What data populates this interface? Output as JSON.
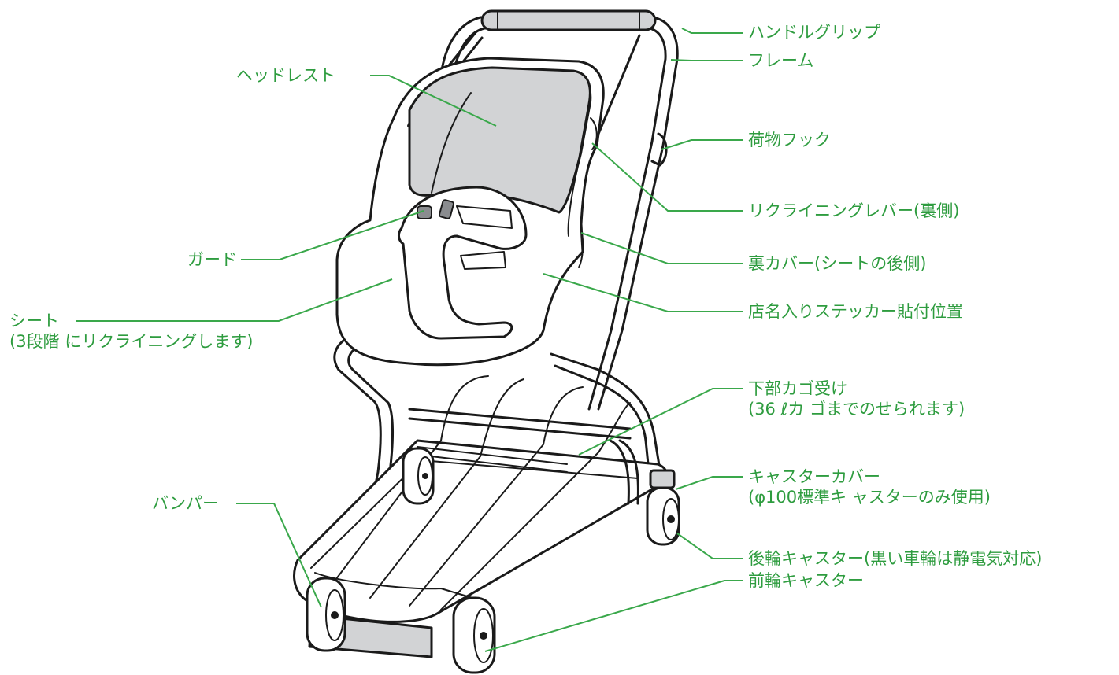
{
  "labels": {
    "handle_grip": "ハンドルグリップ",
    "frame": "フレーム",
    "headrest": "ヘッドレスト",
    "luggage_hook": "荷物フック",
    "recline_lever": "リクライニングレバー(裏側)",
    "guard": "ガード",
    "back_cover": "裏カバー(シートの後側)",
    "seat_line1": "シート",
    "seat_line2": "(3段階 にリクライニングします)",
    "sticker_position": "店名入りステッカー貼付位置",
    "lower_basket_line1": "下部カゴ受け",
    "lower_basket_line2": "(36 ℓカ ゴまでのせられます)",
    "caster_cover_line1": "キャスターカバー",
    "caster_cover_line2": "(φ100標準キ ャスターのみ使用)",
    "bumper": "バンパー",
    "rear_caster": "後輪キャスター(黒い車輪は静電気対応)",
    "front_caster": "前輪キャスター"
  },
  "colors": {
    "label_text": "#2e9c3f",
    "leader_line": "#3aa84b",
    "outline": "#1a1a1a",
    "grey_fill": "#d2d3d5"
  }
}
